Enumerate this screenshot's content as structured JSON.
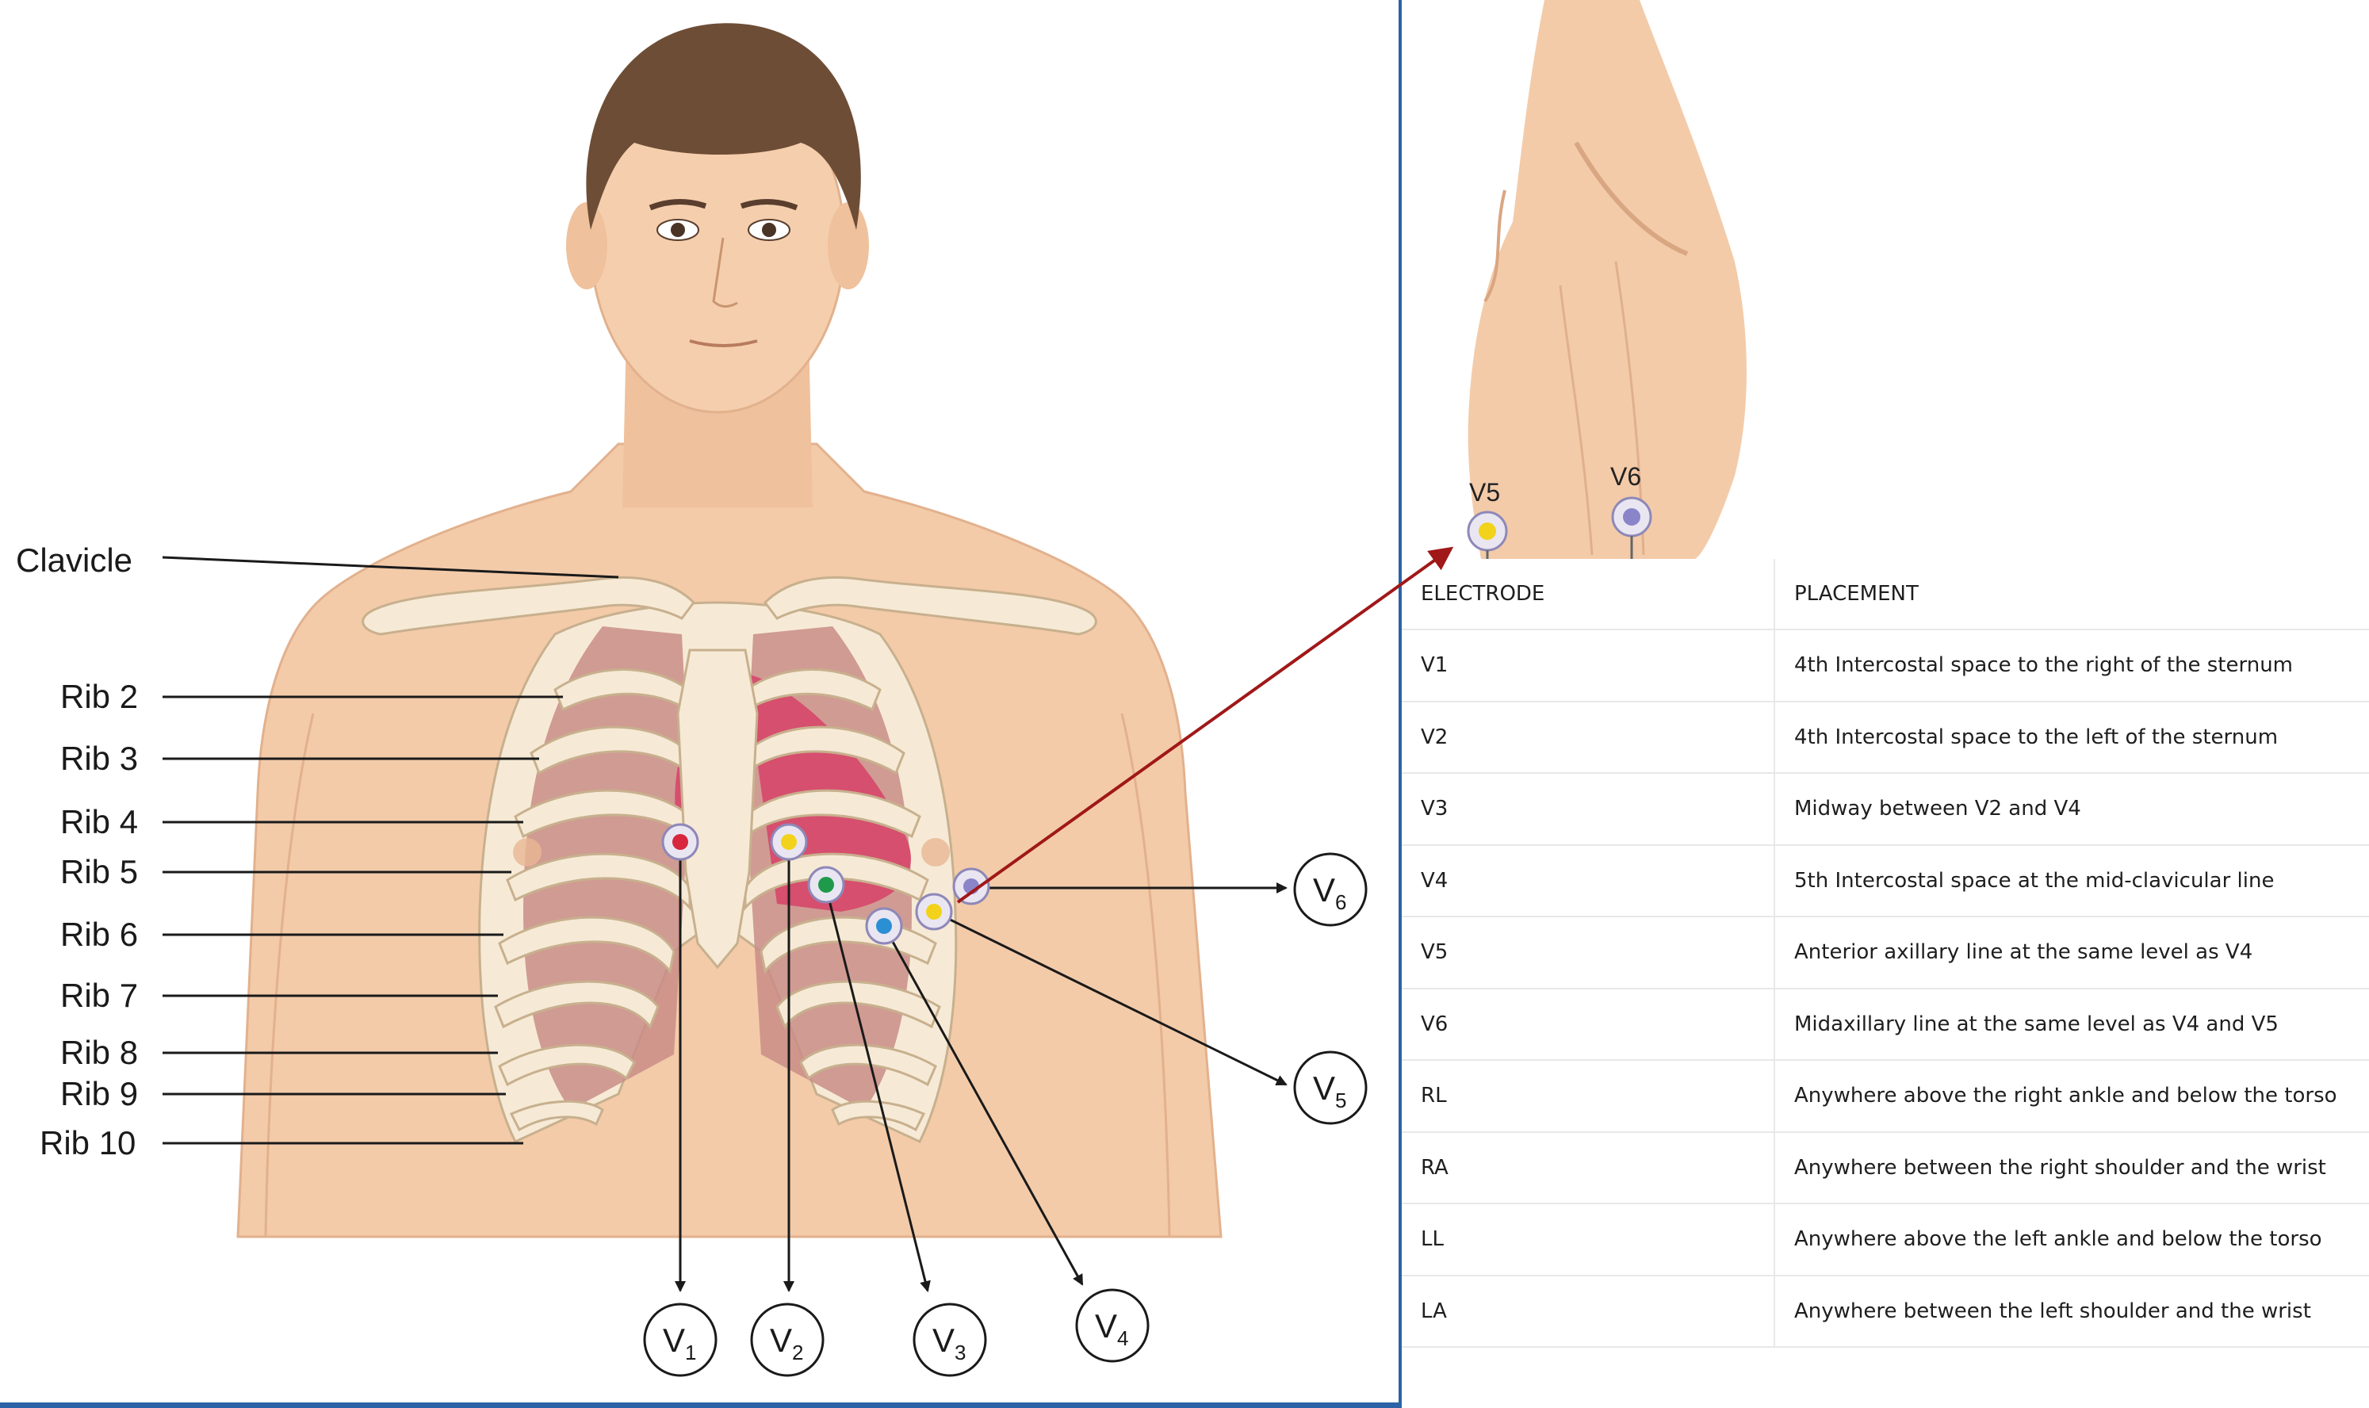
{
  "anatomy_labels": [
    "Clavicle",
    "Rib 2",
    "Rib 3",
    "Rib 4",
    "Rib 5",
    "Rib 6",
    "Rib 7",
    "Rib 8",
    "Rib 9",
    "Rib 10"
  ],
  "lead_labels": {
    "v1": {
      "main": "V",
      "sub": "1"
    },
    "v2": {
      "main": "V",
      "sub": "2"
    },
    "v3": {
      "main": "V",
      "sub": "3"
    },
    "v4": {
      "main": "V",
      "sub": "4"
    },
    "v5": {
      "main": "V",
      "sub": "5"
    },
    "v6": {
      "main": "V",
      "sub": "6"
    }
  },
  "inset_labels": {
    "v5": "V5",
    "v6": "V6"
  },
  "table": {
    "headers": [
      "ELECTRODE",
      "PLACEMENT"
    ],
    "rows": [
      [
        "V1",
        "4th Intercostal space to the right of the sternum"
      ],
      [
        "V2",
        "4th Intercostal space to the left of the sternum"
      ],
      [
        "V3",
        "Midway between V2 and V4"
      ],
      [
        "V4",
        "5th Intercostal space at the mid-clavicular line"
      ],
      [
        "V5",
        "Anterior axillary line at the same level as V4"
      ],
      [
        "V6",
        "Midaxillary line at the same level as V4 and V5"
      ],
      [
        "RL",
        "Anywhere above the right ankle and below the torso"
      ],
      [
        "RA",
        "Anywhere between the right shoulder and the wrist"
      ],
      [
        "LL",
        "Anywhere above the left ankle and below the torso"
      ],
      [
        "LA",
        "Anywhere between the left shoulder and the wrist"
      ]
    ]
  },
  "colors": {
    "frame": "#2c63a6",
    "skin": "#f3cba9",
    "bone": "#f6ead6",
    "lung": "#c98d87",
    "heart": "#d64f6e",
    "arrow": "#a01818",
    "electrode_v1": "#d7263d",
    "electrode_v2": "#f2d21b",
    "electrode_v3": "#1f9a4a",
    "electrode_v4": "#2b8fd3",
    "electrode_v5": "#f2d21b",
    "electrode_v6": "#8a84c8"
  }
}
